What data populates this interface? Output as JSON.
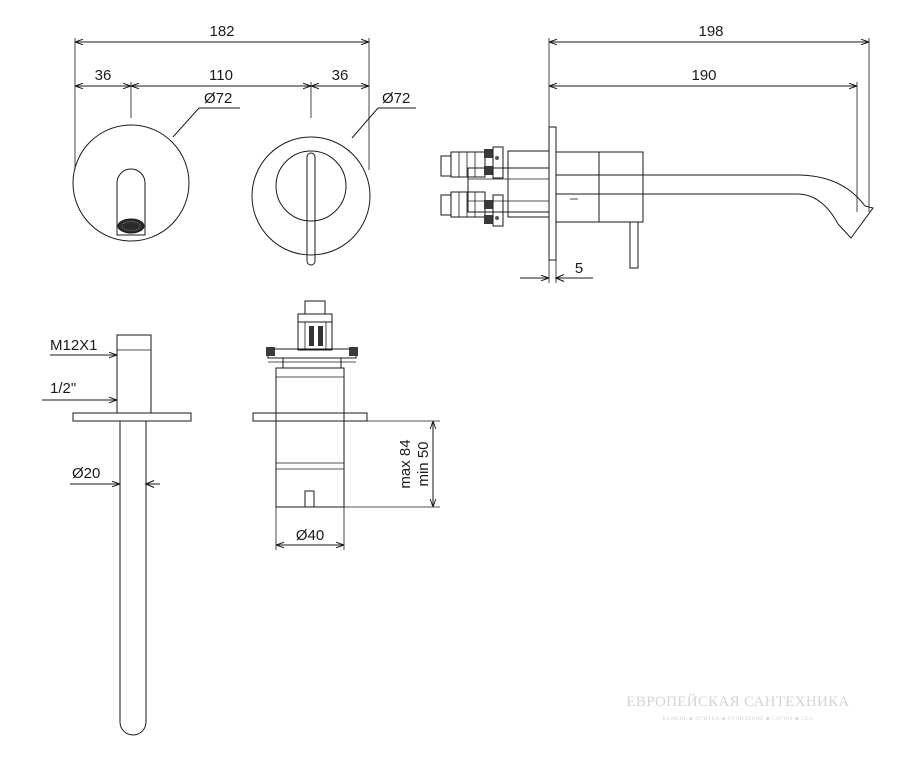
{
  "dimensions": {
    "overall_width": "182",
    "left_offset": "36",
    "center_distance": "110",
    "right_offset": "36",
    "spout_plate_diameter": "Ø72",
    "mixer_plate_diameter": "Ø72",
    "total_projection": "198",
    "spout_projection": "190",
    "plate_thickness": "5",
    "thread": "M12X1",
    "connection": "1/2\"",
    "spout_diameter": "Ø20",
    "body_diameter": "Ø40",
    "depth_max": "max 84",
    "depth_min": "min 50"
  },
  "watermark": {
    "title": "ЕВРОПЕЙСКАЯ САНТЕХНИКА",
    "subtitle": "КАМЕНЬ ◆ ПЛИТКА ◆ ОТОПЛЕНИЕ ◆ САУНЫ ◆ СПА"
  }
}
